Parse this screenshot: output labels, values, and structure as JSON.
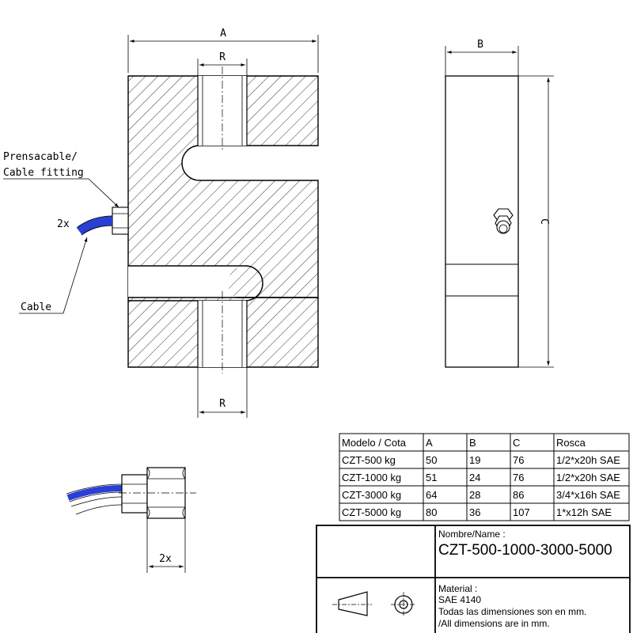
{
  "front_view": {
    "dim_a": "A",
    "dim_r_top": "R",
    "dim_r_bottom": "R",
    "label_fitting_1": "Prensacable/",
    "label_fitting_2": "Cable fitting",
    "label_2x": "2x",
    "label_cable": "Cable"
  },
  "side_view": {
    "dim_b": "B",
    "dim_c": "C"
  },
  "detail_view": {
    "label_2x": "2x"
  },
  "spec_table": {
    "headers": [
      "Modelo  /  Cota",
      "A",
      "B",
      "C",
      "Rosca"
    ],
    "rows": [
      [
        "CZT-500  kg",
        "50",
        "19",
        "76",
        "1/2*x20h SAE"
      ],
      [
        "CZT-1000  kg",
        "51",
        "24",
        "76",
        "1/2*x20h SAE"
      ],
      [
        "CZT-3000  kg",
        "64",
        "28",
        "86",
        "3/4*x16h SAE"
      ],
      [
        "CZT-5000  kg",
        "80",
        "36",
        "107",
        "1*x12h SAE"
      ]
    ]
  },
  "title_block": {
    "name_label": "Nombre/Name :",
    "name_value": "CZT-500-1000-3000-5000",
    "material_label": "Material :",
    "material_value": "SAE 4140",
    "note_es": "Todas las dimensiones son en mm.",
    "note_en": "/All dimensions are in mm."
  },
  "colors": {
    "cable_blue": "#2a3fd6",
    "line": "#000000"
  }
}
